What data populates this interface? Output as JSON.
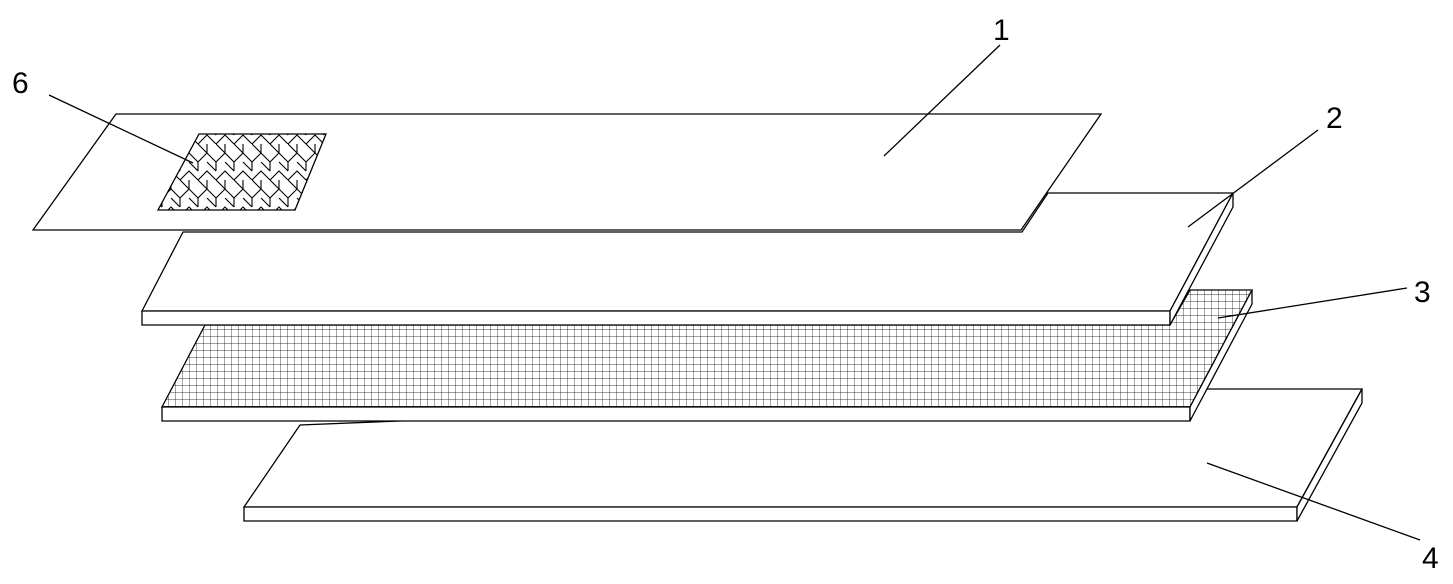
{
  "labels": {
    "layer_1": "1",
    "layer_2": "2",
    "layer_3": "3",
    "layer_4": "4",
    "patch_6": "6"
  },
  "colors": {
    "line": "#000000",
    "fill": "#ffffff"
  }
}
